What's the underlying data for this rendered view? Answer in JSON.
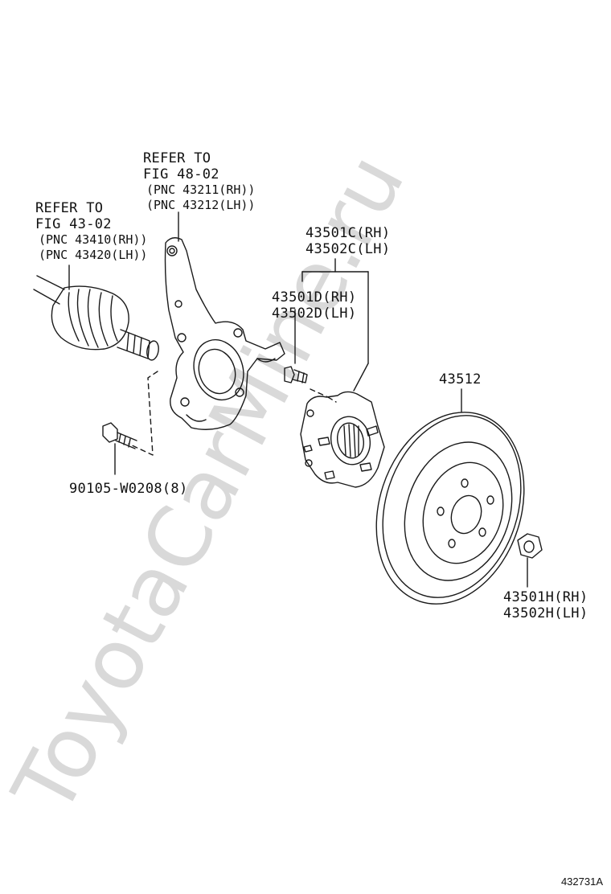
{
  "watermark": "ToyotaCarMine.ru",
  "reference_code": "432731A",
  "labels": {
    "refer_knuckle": {
      "line1": "REFER TO",
      "line2": "FIG 48-02",
      "line3": "(PNC 43211(RH))",
      "line4": "(PNC 43212(LH))"
    },
    "refer_shaft": {
      "line1": "REFER TO",
      "line2": "FIG 43-02",
      "line3": "(PNC 43410(RH))",
      "line4": "(PNC 43420(LH))"
    },
    "hub_assy": {
      "rh": "43501C(RH)",
      "lh": "43502C(LH)"
    },
    "hub_bolt": {
      "rh": "43501D(RH)",
      "lh": "43502D(LH)"
    },
    "disc": "43512",
    "knuckle_bolt": "90105-W0208(8)",
    "hub_nut": {
      "rh": "43501H(RH)",
      "lh": "43502H(LH)"
    }
  },
  "colors": {
    "line": "#1a1a1a",
    "watermark": "#d9d9d9"
  }
}
